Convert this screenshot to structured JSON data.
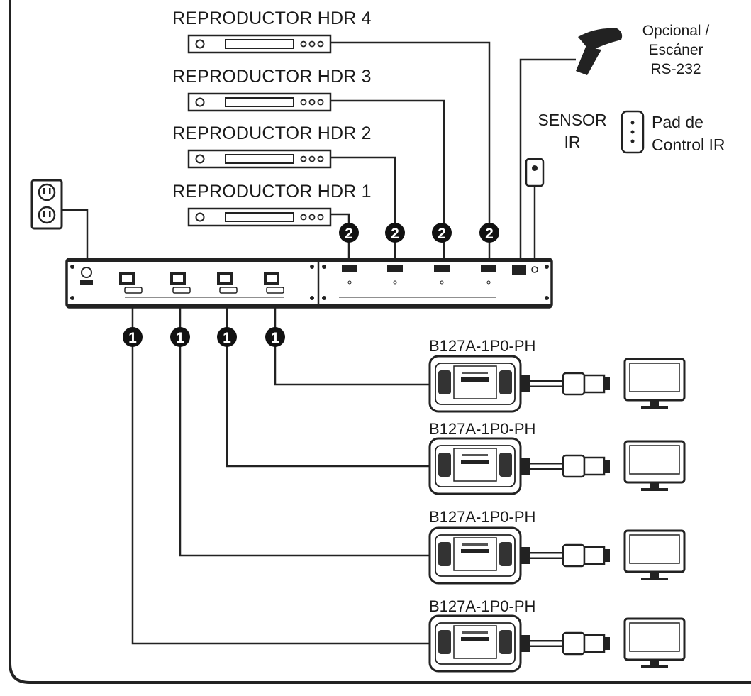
{
  "players": [
    {
      "label": "REPRODUCTOR HDR 4"
    },
    {
      "label": "REPRODUCTOR HDR 3"
    },
    {
      "label": "REPRODUCTOR HDR 2"
    },
    {
      "label": "REPRODUCTOR HDR 1"
    }
  ],
  "scanner": {
    "line1": "Opcional /",
    "line2": "Escáner",
    "line3": "RS-232"
  },
  "sensor": {
    "line1": "SENSOR",
    "line2": "IR"
  },
  "ir_pad": {
    "line1": "Pad de",
    "line2": "Control IR"
  },
  "extenders": [
    {
      "label": "B127A-1P0-PH"
    },
    {
      "label": "B127A-1P0-PH"
    },
    {
      "label": "B127A-1P0-PH"
    },
    {
      "label": "B127A-1P0-PH"
    }
  ],
  "callouts": {
    "one": "1",
    "two": "2"
  }
}
